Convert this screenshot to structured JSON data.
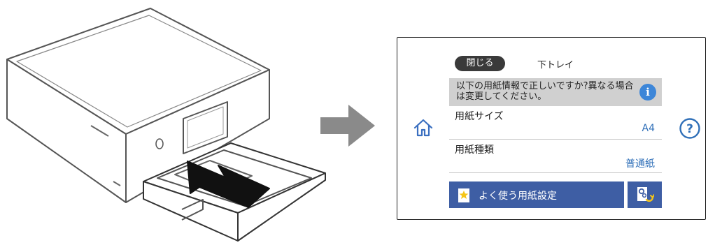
{
  "illustration": {
    "icons": [
      "printer-icon",
      "paper-cassette-icon",
      "insert-arrow-icon"
    ]
  },
  "step_arrow": {
    "icon": "right-arrow-icon"
  },
  "screen": {
    "close_label": "閉じる",
    "tray_label": "下トレイ",
    "message": "以下の用紙情報で正しいですか?異なる場合は変更してください。",
    "info_icon": "i",
    "paper_size_label": "用紙サイズ",
    "paper_size_value": "A4",
    "paper_type_label": "用紙種類",
    "paper_type_value": "普通紙",
    "favorite_label": "よく使う用紙設定",
    "home_icon": "home-icon",
    "help_icon": "help-icon",
    "help_glyph": "?",
    "settings_icon": "paper-settings-icon",
    "colors": {
      "accent": "#3e5ea4",
      "value_text": "#2f6fb8",
      "info_blue": "#3d86d8",
      "star": "#f5c518"
    }
  }
}
